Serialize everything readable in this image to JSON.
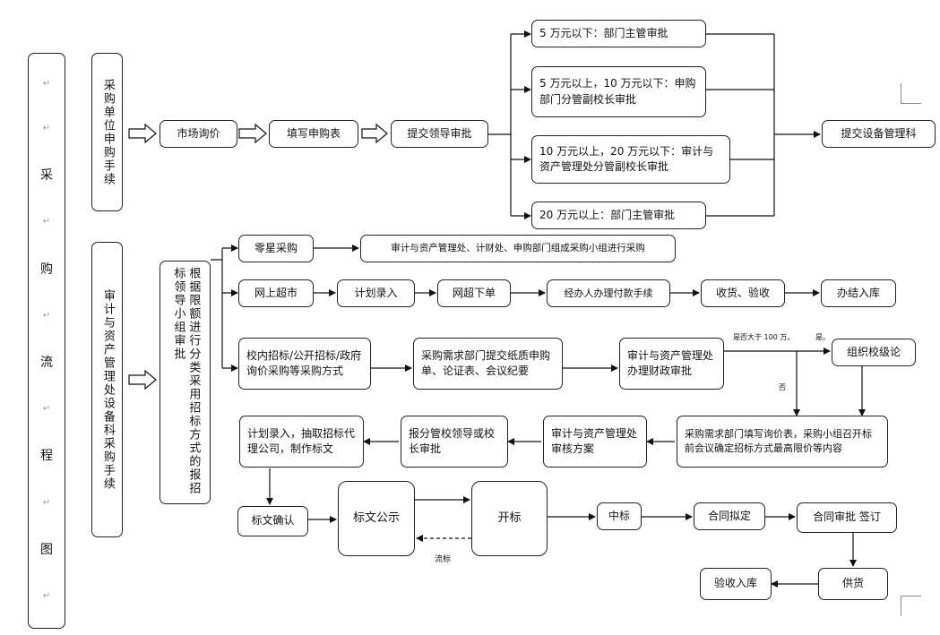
{
  "title_chars": [
    "采",
    "购",
    "流",
    "程",
    "图"
  ],
  "ret_mark": "↵",
  "unit_applicant": "采购单位申购手续",
  "unit_audit": "审计与资产管理处设备科采购手续",
  "step_market": "市场询价",
  "step_fill_form": "填写申购表",
  "step_submit_leader": "提交领导审批",
  "approval_tiers": [
    "5 万元以下：部门主管审批",
    "5 万元以上，10 万元以下：申购部门分管副校长审批",
    "10 万元以上，20 万元以下：审计与资产管理处分管副校长审批",
    "20 万元以上：部门主管审批"
  ],
  "submit_equipment": "提交设备管理科",
  "classify_box": "根据限额进行分类采用招标方式的报招标领导小组审批",
  "path_retail": "零星采购",
  "retail_group": "审计与资产管理处、计财处、申购部门组成采购小组进行采购",
  "path_online": "网上超市",
  "online_steps": [
    "计划录入",
    "网超下单",
    "经办人办理付款手续",
    "收货、验收",
    "办结入库"
  ],
  "path_tender": "校内招标/公开招标/政府询价采购等采购方式",
  "tender_docs": "采购需求部门提交纸质申购单、论证表、会议纪要",
  "audit_finance": "审计与资产管理处办理财政审批",
  "decision_question": "是否大于 100 万。",
  "decision_yes": "是。",
  "decision_no": "否",
  "school_demo": "组织校级论",
  "demand_price": "采购需求部门填写询价表，采购小组召开标前会议确定招标方式最高限价等内容",
  "audit_plan": "审计与资产管理处审核方案",
  "report_leader": "报分管校领导或校长审批",
  "plan_agency": "计划录入，抽取招标代理公司，制作标文",
  "bid_confirm": "标文确认",
  "bid_publish": "标文公示",
  "bid_open": "开标",
  "failed_bid": "流标",
  "win_bid": "中标",
  "contract_draft": "合同拟定",
  "contract_approve": "合同审批 签订",
  "supply": "供货",
  "accept_store": "验收入库"
}
